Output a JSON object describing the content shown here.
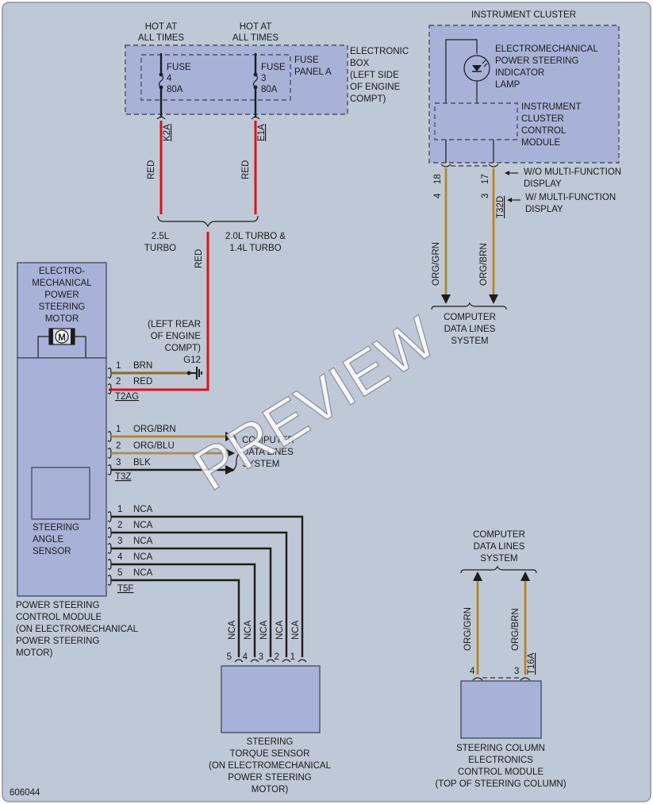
{
  "colors": {
    "background": "#bfc8d6",
    "module_fill": "#a8b2d8",
    "wire_red": "#d8141c",
    "wire_org": "#d19a3a",
    "wire_black": "#1c1c1c",
    "watermark": "#ffffff"
  },
  "power": {
    "hot_left_1": "HOT AT",
    "hot_left_2": "ALL TIMES",
    "hot_right_1": "HOT AT",
    "hot_right_2": "ALL TIMES"
  },
  "fuse_box": {
    "fuse4": [
      "FUSE",
      "4",
      "80A"
    ],
    "fuse3": [
      "FUSE",
      "3",
      "80A"
    ],
    "panel": [
      "FUSE",
      "PANEL A"
    ],
    "box": [
      "ELECTRONIC",
      "BOX",
      "(LEFT SIDE",
      "OF ENGINE",
      "COMPT)"
    ]
  },
  "wires": {
    "k2a": "K2A",
    "e1a": "E1A",
    "red": "RED",
    "org_grn": "ORG/GRN",
    "org_brn": "ORG/BRN",
    "nca": "NCA",
    "variant_left": [
      "2.5L",
      "TURBO"
    ],
    "variant_right": [
      "2.0L TURBO &",
      "1.4L TURBO"
    ]
  },
  "ground": {
    "location": [
      "(LEFT REAR",
      "OF ENGINE",
      "COMPT)"
    ],
    "id": "G12"
  },
  "cluster": {
    "title": "INSTRUMENT CLUSTER",
    "lamp": [
      "ELECTROMECHANICAL",
      "POWER STEERING",
      "INDICATOR",
      "LAMP"
    ],
    "module": [
      "INSTRUMENT",
      "CLUSTER",
      "CONTROL",
      "MODULE"
    ],
    "pin18": "18",
    "pin4": "4",
    "pin17": "17",
    "pin3": "3",
    "connector": "T32D",
    "note_wo": [
      "W/O MULTI-FUNCTION",
      "DISPLAY"
    ],
    "note_w": [
      "W/ MULTI-FUNCTION",
      "DISPLAY"
    ]
  },
  "cdl": {
    "label": [
      "COMPUTER",
      "DATA LINES",
      "SYSTEM"
    ]
  },
  "motor": {
    "label": [
      "ELECTRO-",
      "MECHANICAL",
      "POWER",
      "STEERING",
      "MOTOR"
    ],
    "symbol": "M"
  },
  "module": {
    "label": [
      "POWER STEERING",
      "CONTROL MODULE",
      "(ON ELECTROMECHANICAL",
      "POWER STEERING",
      "MOTOR)"
    ],
    "sensor": [
      "STEERING",
      "ANGLE",
      "SENSOR"
    ]
  },
  "t2ag": {
    "name": "T2AG",
    "pins": [
      {
        "n": "1",
        "w": "BRN"
      },
      {
        "n": "2",
        "w": "RED"
      }
    ]
  },
  "t3z": {
    "name": "T3Z",
    "pins": [
      {
        "n": "1",
        "w": "ORG/BRN"
      },
      {
        "n": "2",
        "w": "ORG/BLU"
      },
      {
        "n": "3",
        "w": "BLK"
      }
    ]
  },
  "t5f": {
    "name": "T5F",
    "pins": [
      {
        "n": "1",
        "w": "NCA"
      },
      {
        "n": "2",
        "w": "NCA"
      },
      {
        "n": "3",
        "w": "NCA"
      },
      {
        "n": "4",
        "w": "NCA"
      },
      {
        "n": "5",
        "w": "NCA"
      }
    ]
  },
  "torque": {
    "label": [
      "STEERING",
      "TORQUE SENSOR",
      "(ON ELECTROMECHANICAL",
      "POWER STEERING",
      "MOTOR)"
    ],
    "pins": [
      "5",
      "4",
      "3",
      "2",
      "1"
    ]
  },
  "column": {
    "label": [
      "STEERING COLUMN",
      "ELECTRONICS",
      "CONTROL MODULE",
      "(TOP OF STEERING COLUMN)"
    ],
    "pin4": "4",
    "pin3": "3",
    "connector": "T16A"
  },
  "figure_id": "606044",
  "watermark": "PREVIEW"
}
